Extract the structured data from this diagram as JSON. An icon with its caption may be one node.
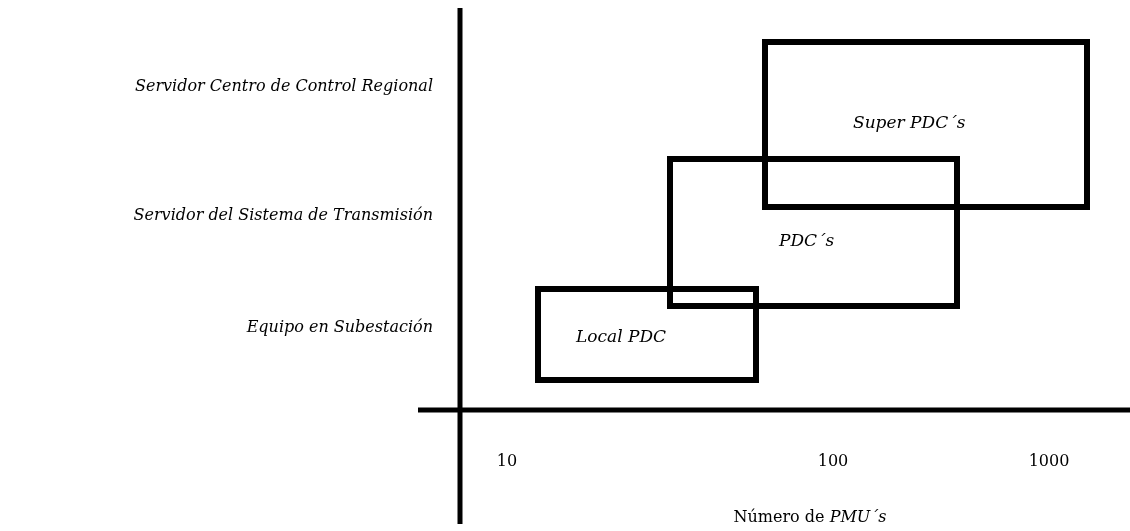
{
  "diagram": {
    "nodes": [
      {
        "text": [
          "Super PDC´s"
        ]
      },
      {
        "text": [
          "PDC´s"
        ]
      },
      {
        "text": [
          "Local PDC"
        ]
      }
    ],
    "labels": [
      "Servidor Centro de Control Regional",
      "Servidor del Sistema de Transmisión",
      "Equipo en Subestación",
      "10",
      "100",
      "1000",
      "Número de *PMU´s*"
    ]
  }
}
